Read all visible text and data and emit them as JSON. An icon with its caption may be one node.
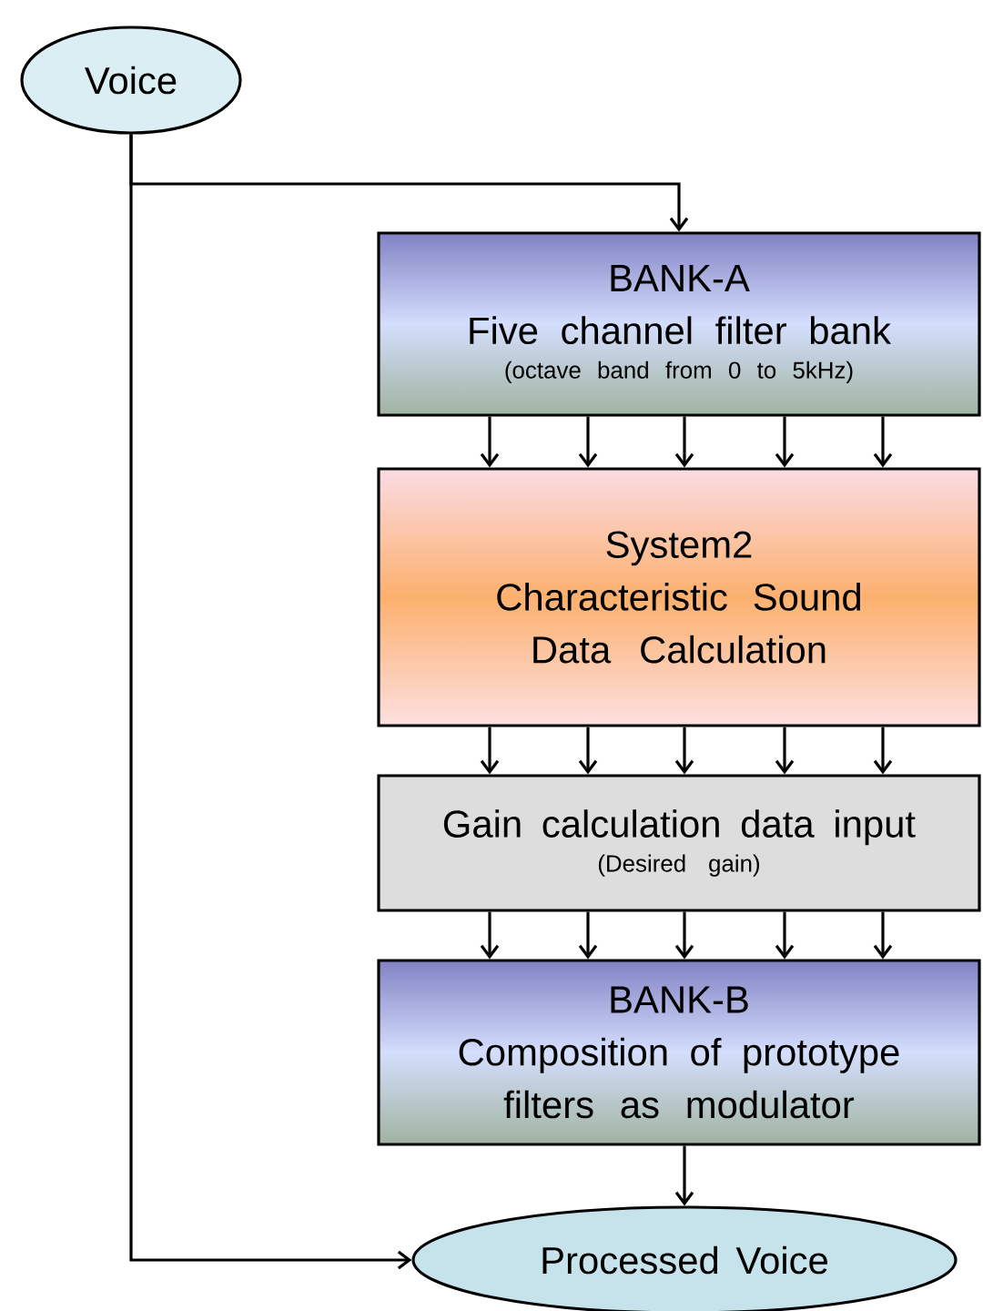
{
  "diagram": {
    "nodes": [
      {
        "text": [
          "Voice"
        ]
      },
      {
        "text": [
          "BANK-A",
          "Five channel filter bank",
          "(octave band from 0 to 5kHz)"
        ]
      },
      {
        "text": [
          "System2",
          "Characteristic Sound Data Calculation"
        ]
      },
      {
        "text": [
          "Gain calculation data input",
          "(Desired gain)"
        ]
      },
      {
        "text": [
          "BANK-B",
          "Composition of prototype filters as modulator"
        ]
      },
      {
        "text": [
          "Processed Voice"
        ]
      }
    ],
    "edges": [
      {
        "from": 0,
        "to": 1,
        "arrow": "to"
      },
      {
        "from": 1,
        "to": 2,
        "arrow": "to"
      },
      {
        "from": 1,
        "to": 2,
        "arrow": "to"
      },
      {
        "from": 1,
        "to": 2,
        "arrow": "to"
      },
      {
        "from": 1,
        "to": 2,
        "arrow": "to"
      },
      {
        "from": 1,
        "to": 2,
        "arrow": "to"
      },
      {
        "from": 2,
        "to": 3,
        "arrow": "to"
      },
      {
        "from": 2,
        "to": 3,
        "arrow": "to"
      },
      {
        "from": 2,
        "to": 3,
        "arrow": "to"
      },
      {
        "from": 2,
        "to": 3,
        "arrow": "to"
      },
      {
        "from": 2,
        "to": 3,
        "arrow": "to"
      },
      {
        "from": 3,
        "to": 4,
        "arrow": "to"
      },
      {
        "from": 3,
        "to": 4,
        "arrow": "to"
      },
      {
        "from": 3,
        "to": 4,
        "arrow": "to"
      },
      {
        "from": 3,
        "to": 4,
        "arrow": "to"
      },
      {
        "from": 3,
        "to": 4,
        "arrow": "to"
      },
      {
        "from": 4,
        "to": 5,
        "arrow": "to"
      },
      {
        "from": 0,
        "to": 5,
        "arrow": "to"
      }
    ]
  }
}
